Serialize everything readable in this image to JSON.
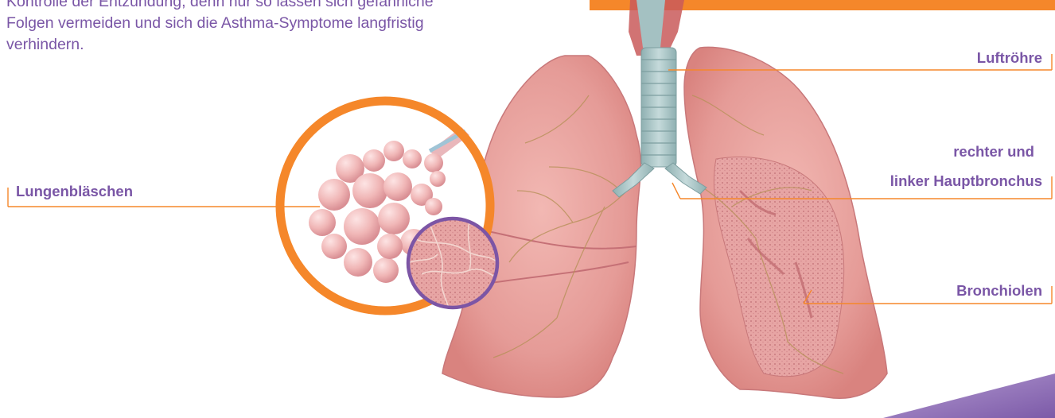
{
  "intro": {
    "line1": "Kontrolle der Entzündung, denn nur so lassen sich gefährliche",
    "line2": "Folgen vermeiden und sich die Asthma-Symptome langfristig",
    "line3": "verhindern."
  },
  "labels": {
    "trachea": "Luftröhre",
    "main_bronchus_line1": "rechter und",
    "main_bronchus_line2": "linker Hauptbronchus",
    "bronchioles": "Bronchiolen",
    "alveoli": "Lungenbläschen"
  },
  "colors": {
    "text_purple": "#7a56a6",
    "accent_orange": "#f5872a",
    "magnifier_ring": "#f5872a",
    "detail_ring": "#7c55a5",
    "lung_tissue": "#e9a3a0",
    "trachea": "#a9c3c4"
  }
}
